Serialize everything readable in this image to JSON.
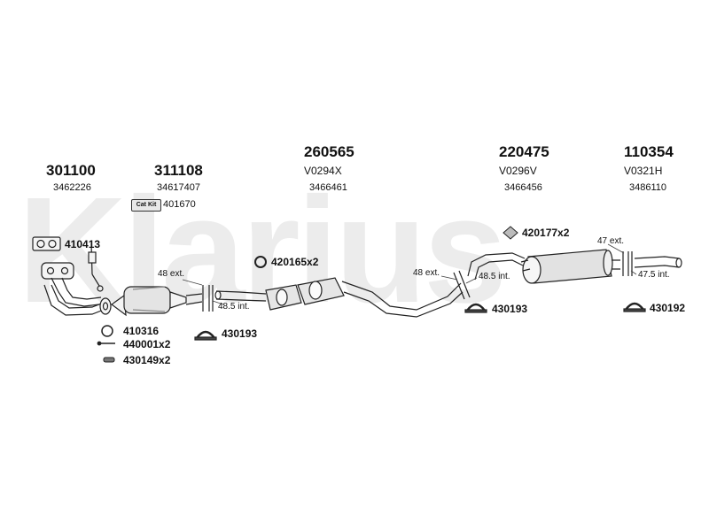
{
  "watermark": "Klarius",
  "parts": {
    "p1": {
      "number": "301100",
      "ref": "3462226"
    },
    "p2": {
      "number": "311108",
      "ref": "34617407"
    },
    "p3": {
      "number": "260565",
      "code": "V0294X",
      "ref": "3466461"
    },
    "p4": {
      "number": "220475",
      "code": "V0296V",
      "ref": "3466456"
    },
    "p5": {
      "number": "110354",
      "code": "V0321H",
      "ref": "3486110"
    }
  },
  "cat_kit": {
    "label": "Cat Kit",
    "number": "401670"
  },
  "fittings": {
    "f410413": "410413",
    "f420165": "420165x2",
    "f420177": "420177x2",
    "f410316": "410316",
    "f440001": "440001x2",
    "f430149": "430149x2",
    "f430193a": "430193",
    "f430193b": "430193",
    "f430192": "430192"
  },
  "dimensions": {
    "d1_ext": "48 ext.",
    "d1_int": "48.5 int.",
    "d2_ext": "48 ext.",
    "d2_int": "48.5 int.",
    "d3_ext": "47 ext.",
    "d3_int": "47.5 int."
  }
}
